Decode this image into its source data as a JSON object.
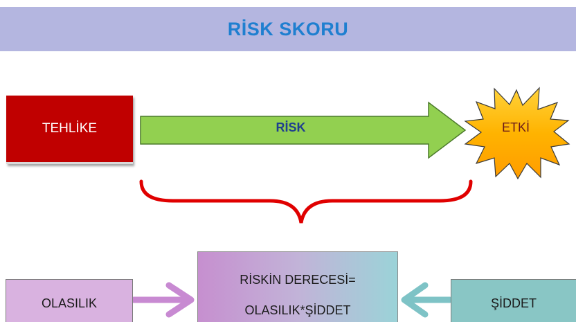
{
  "title": "RİSK SKORU",
  "hazard": "TEHLİKE",
  "risk": "RİSK",
  "effect": "ETKİ",
  "risk_degree_line1": "RİSKİN DERECESİ=",
  "risk_degree_line2": "OLASILIK*ŞİDDET",
  "probability": "OLASILIK",
  "severity": "ŞİDDET",
  "colors": {
    "title_bar": "#b4b6e0",
    "title_text": "#1f7fd0",
    "hazard_box": "#c00000",
    "risk_arrow": "#92d050",
    "effect_burst": "#ffc000",
    "brace": "#e00000",
    "probability_box": "#d9b2e0",
    "severity_box": "#89c6c5"
  }
}
